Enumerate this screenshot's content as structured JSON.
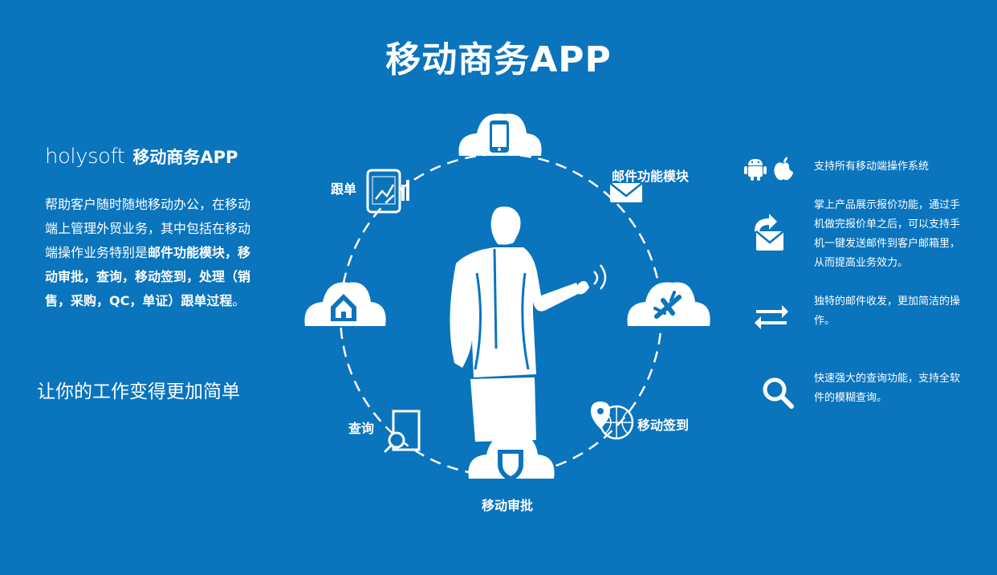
{
  "page_title": "移动商务APP",
  "brand": {
    "logo_text": "holysoft",
    "app_name": "移动商务APP"
  },
  "intro": {
    "plain": "帮助客户随时随地移动办公，在移动端上管理外贸业务，其中包括在移动端操作业务特别是",
    "bold": "邮件功能模块，移动审批，查询，移动签到，处理（销售，采购，QC，单证）跟单过程",
    "end": "。"
  },
  "slogan": "让你的工作变得更加简单",
  "diagram": {
    "labels": {
      "tracking": "跟单",
      "email": "邮件功能模块",
      "query": "查询",
      "checkin": "移动签到",
      "approval": "移动审批"
    }
  },
  "features": [
    {
      "icon": "android-apple-icons",
      "text": "支持所有移动端操作系统"
    },
    {
      "icon": "mail-forward-icon",
      "text": "掌上产品展示报价功能，通过手机做完报价单之后，可以支持手机一键发送邮件到客户邮箱里，从而提高业务效力。"
    },
    {
      "icon": "transfer-arrows-icon",
      "text": "独特的邮件收发，更加简洁的操作。"
    },
    {
      "icon": "search-icon",
      "text": "快速强大的查询功能，支持全软件的模糊查询。"
    }
  ],
  "colors": {
    "background": "#0a74bd",
    "foreground": "#ffffff"
  }
}
